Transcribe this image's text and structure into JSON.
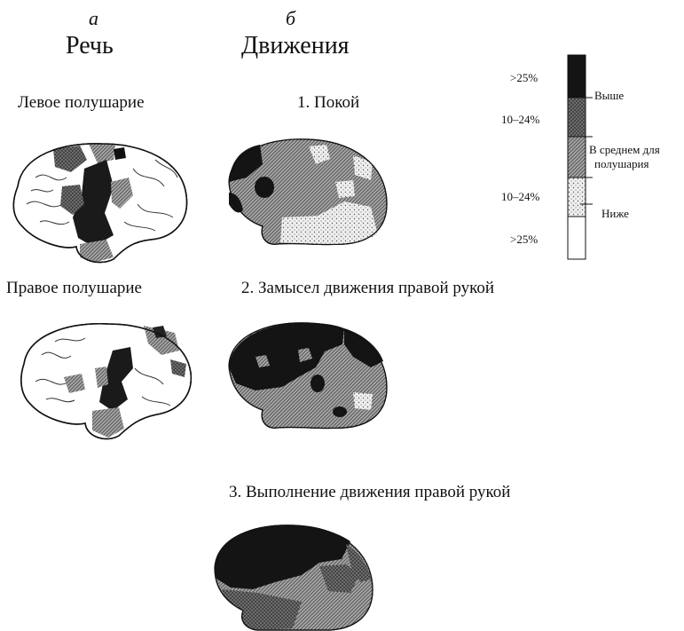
{
  "columns": {
    "a": {
      "letter": "а",
      "title": "Речь"
    },
    "b": {
      "letter": "б",
      "title": "Движения"
    }
  },
  "speech": {
    "left_label": "Левое полушарие",
    "right_label": "Правое полушарие"
  },
  "movement": {
    "panels": [
      {
        "label": "1. Покой"
      },
      {
        "label": "2. Замысел движения правой рукой"
      },
      {
        "label": "3. Выполнение движения правой рукой"
      }
    ]
  },
  "legend": {
    "top_pct": ">25%",
    "upper_mid_pct": "10–24%",
    "lower_mid_pct": "10–24%",
    "bottom_pct": ">25%",
    "above_label": "Выше",
    "avg_label_line1": "В среднем для",
    "avg_label_line2": "полушария",
    "below_label": "Ниже"
  },
  "colors": {
    "ink": "#111111",
    "dark": "#141414",
    "hatch": "#8a8a8a",
    "dots": "#d8d8d8",
    "white": "#ffffff"
  }
}
